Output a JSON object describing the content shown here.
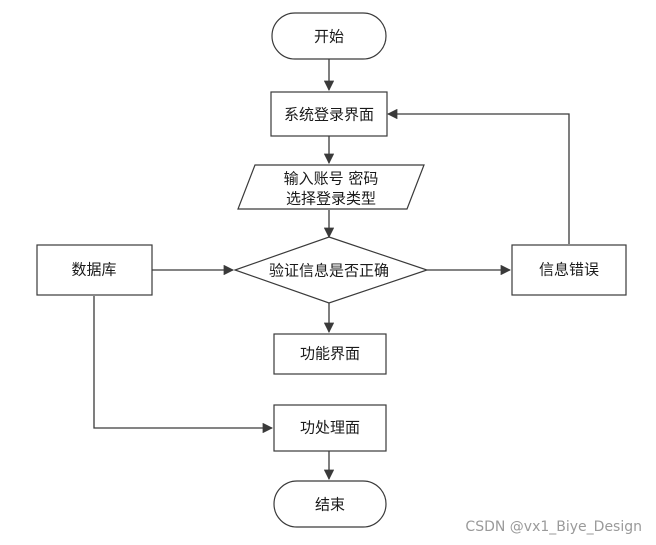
{
  "nodes": {
    "start": "开始",
    "login_screen": "系统登录界面",
    "input_line1": "输入账号 密码",
    "input_line2": "选择登录类型",
    "validate": "验证信息是否正确",
    "database": "数据库",
    "error": "信息错误",
    "function_screen": "功能界面",
    "processing_screen": "功处理面",
    "end": "结束"
  },
  "watermark": "CSDN @vx1_Biye_Design"
}
